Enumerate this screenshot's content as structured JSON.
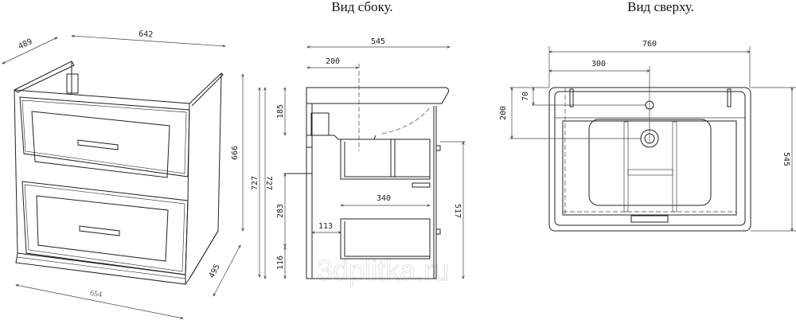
{
  "titles": {
    "side_view": "Вид сбоку.",
    "top_view": "Вид сверху."
  },
  "perspective_view": {
    "dims": {
      "depth_top": "489",
      "width_top": "642",
      "body_height": "666",
      "total_height": "727",
      "depth_bottom": "495",
      "width_bottom": "654"
    }
  },
  "side_view": {
    "dims": {
      "total_depth": "545",
      "drain_offset": "200",
      "bowl_depth": "185",
      "total_height": "727",
      "drawer_gap": "283",
      "plinth": "116",
      "drawer_offset": "113",
      "drawer_length": "340",
      "drawer_height": "517"
    }
  },
  "top_view": {
    "dims": {
      "width": "760",
      "drain_x": "300",
      "overflow_y": "70",
      "drain_y": "200",
      "depth": "545"
    }
  },
  "watermark": "3dplitka.ru"
}
